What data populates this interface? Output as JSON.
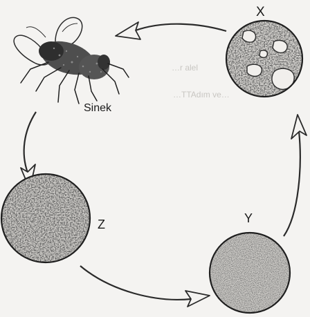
{
  "labels": {
    "fly": "Sinek",
    "top_right": "X",
    "bottom_right": "Y",
    "bottom_left": "Z"
  },
  "show_through": {
    "line1": "…r alel",
    "line2": "…TTAdım ve…"
  },
  "icons": {
    "fly": "fly-icon",
    "stage_x": "stage-x-circle",
    "stage_y": "stage-y-circle",
    "stage_z": "stage-z-circle"
  },
  "colors": {
    "background": "#f4f3f1",
    "ink": "#1a1a1a",
    "texture_mid": "#8a8a8a"
  }
}
